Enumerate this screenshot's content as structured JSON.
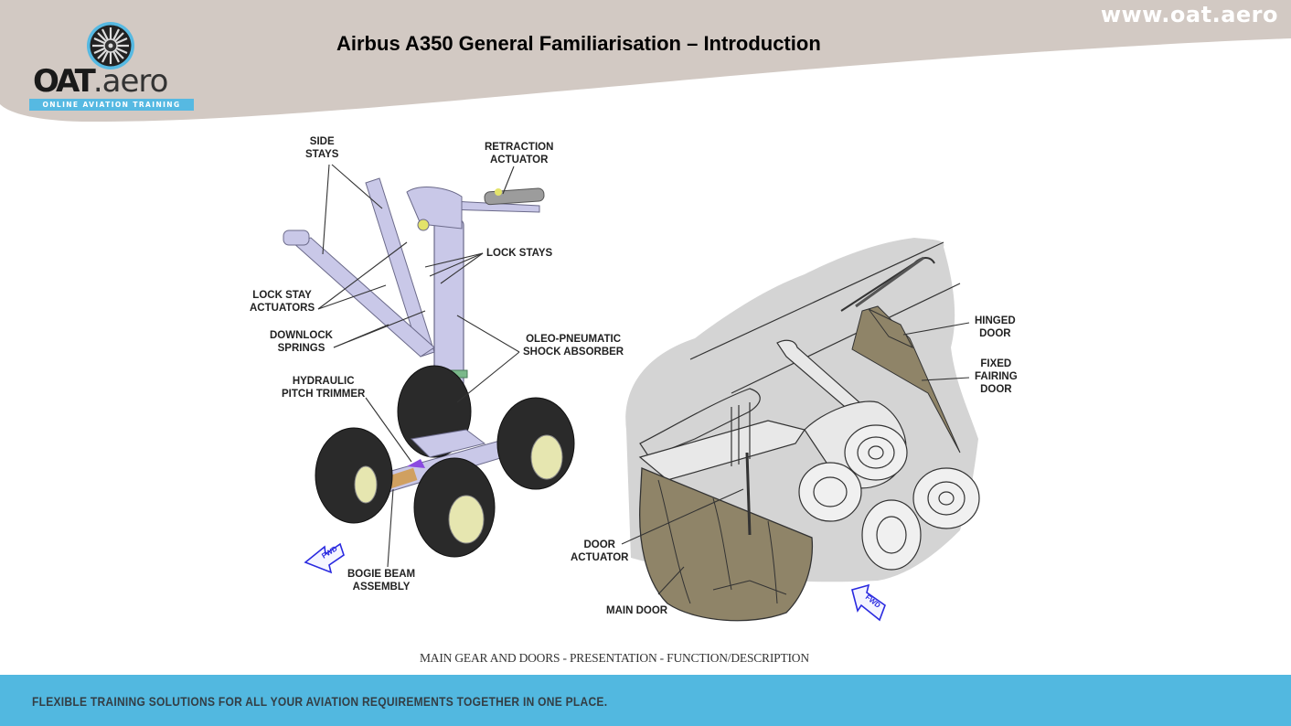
{
  "header": {
    "site_url": "www.oat.aero",
    "title": "Airbus A350 General Familiarisation – Introduction",
    "band_color": "#d2c9c3"
  },
  "logo": {
    "wordmark_bold": "OAT",
    "wordmark_light": ".aero",
    "tagline": "ONLINE AVIATION TRAINING",
    "accent_color": "#56b9e2"
  },
  "figure": {
    "caption": "MAIN GEAR AND DOORS - PRESENTATION - FUNCTION/DESCRIPTION",
    "gear_callouts": {
      "side_stays": "SIDE\nSTAYS",
      "retraction_actuator": "RETRACTION\nACTUATOR",
      "lock_stays": "LOCK STAYS",
      "lock_stay_actuators": "LOCK STAY\nACTUATORS",
      "downlock_springs": "DOWNLOCK\nSPRINGS",
      "oleo_pneumatic": "OLEO-PNEUMATIC\nSHOCK ABSORBER",
      "hydraulic_pitch_trimmer": "HYDRAULIC\nPITCH TRIMMER",
      "bogie_beam_assembly": "BOGIE BEAM\nASSEMBLY"
    },
    "door_callouts": {
      "hinged_door": "HINGED\nDOOR",
      "fixed_fairing_door": "FIXED\nFAIRING\nDOOR",
      "door_actuator": "DOOR\nACTUATOR",
      "main_door": "MAIN DOOR"
    },
    "fwd_label": "FWD",
    "colors": {
      "gear_metal": "#c9c8e8",
      "tire": "#2a2a2a",
      "wheel_hub": "#e6e6b0",
      "door_fill": "#8f8468",
      "bay_gray": "#d4d4d4",
      "fwd_arrow": "#2a2ae0"
    }
  },
  "footer": {
    "slogan": "FLEXIBLE TRAINING SOLUTIONS FOR ALL YOUR AVIATION REQUIREMENTS TOGETHER IN ONE PLACE.",
    "color": "#52b8e0"
  }
}
